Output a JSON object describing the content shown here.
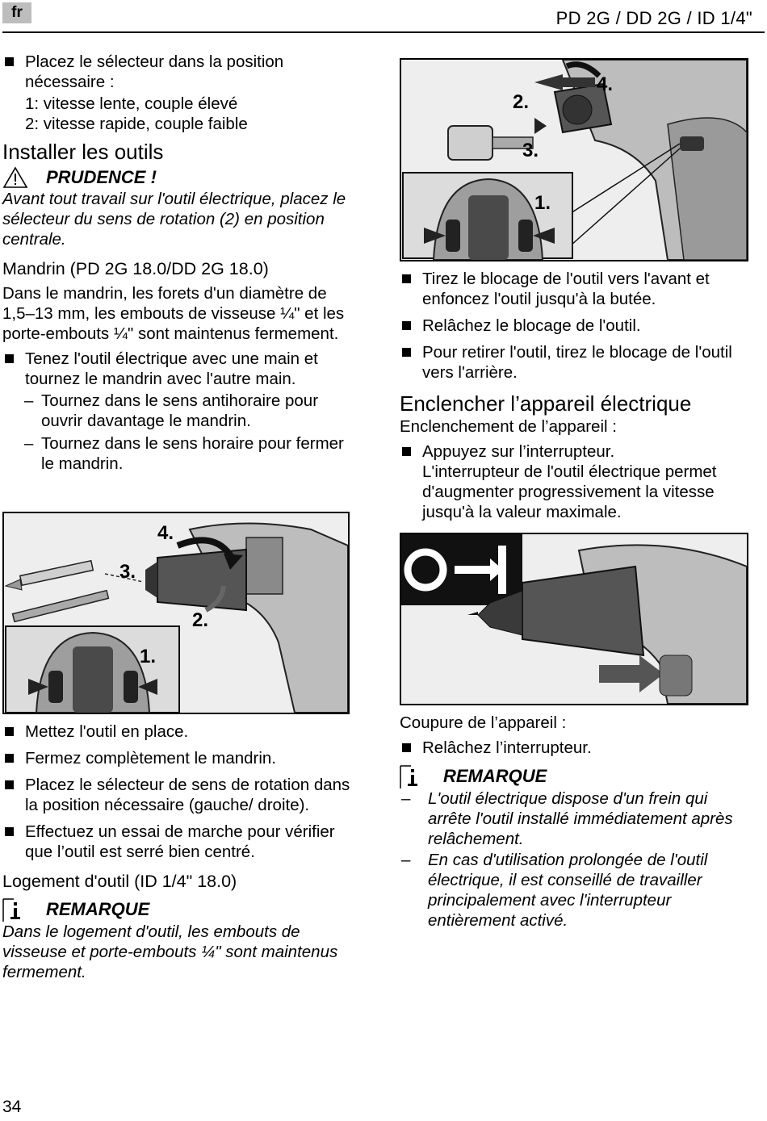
{
  "header": {
    "lang_badge": "fr",
    "model_title": "PD 2G / DD 2G / ID 1/4\""
  },
  "left_column": {
    "selector_bullet": "Placez le sélecteur dans la position nécessaire :",
    "speed_1": "1: vitesse lente, couple élevé",
    "speed_2": "2: vitesse rapide, couple faible",
    "install_heading": "Installer les outils",
    "caution_label": "PRUDENCE !",
    "caution_text": "Avant tout travail sur l'outil électrique, placez le sélecteur du sens de rotation (2) en position centrale.",
    "chuck_heading": "Mandrin (PD 2G 18.0/DD 2G 18.0)",
    "chuck_text": "Dans le mandrin, les forets d'un diamètre de 1,5–13 mm, les embouts de visseuse ¼\" et les porte-embouts ¼\" sont maintenus fermement.",
    "hold_bullet": "Tenez l'outil électrique avec une main et tournez le mandrin avec l'autre main.",
    "dash_mark": "–",
    "dash_open": "Tournez dans le sens antihoraire pour ouvrir davantage le mandrin.",
    "dash_close": "Tournez dans le sens horaire pour fermer le mandrin.",
    "bullet_insert": "Mettez l'outil en place.",
    "bullet_close": "Fermez complètement le mandrin.",
    "bullet_direction": "Placez le sélecteur de sens de rotation dans la position nécessaire (gauche/ droite).",
    "bullet_test": "Effectuez un essai de marche pour vérifier que l’outil est serré bien centré.",
    "holder_heading": "Logement d'outil (ID 1/4\" 18.0)",
    "note_label": "REMARQUE",
    "note_text": "Dans le logement d'outil, les embouts de visseuse et porte-embouts ¼\" sont maintenus fermement."
  },
  "figures": {
    "chuck_steps": [
      "4.",
      "3.",
      "2.",
      "1."
    ],
    "holder_steps": [
      "2.",
      "4.",
      "3.",
      "1."
    ]
  },
  "right_column": {
    "pull_bullet": "Tirez le blocage de l'outil vers l'avant et enfoncez l'outil jusqu'à la butée.",
    "release_bullet": "Relâchez le blocage de l'outil.",
    "remove_bullet": "Pour retirer l'outil, tirez le blocage de l'outil vers l'arrière.",
    "switch_heading": "Enclencher l’appareil électrique",
    "switch_on_label": "Enclenchement de l’appareil :",
    "press_bullet": "Appuyez sur l’interrupteur.",
    "press_text": "L'interrupteur de l'outil électrique permet d'augmenter progressivement la vitesse jusqu'à la valeur maximale.",
    "switch_off_label": "Coupure de l’appareil :",
    "release_switch_bullet": "Relâchez l’interrupteur.",
    "note_label": "REMARQUE",
    "dash_mark": "–",
    "note_brake": "L'outil électrique dispose d'un frein qui arrête l'outil installé immédiatement après relâchement.",
    "note_prolonged": "En cas d'utilisation prolongée de l'outil électrique, il est conseillé de travailler principalement avec l'interrupteur entièrement activé."
  },
  "footer": {
    "page_number": "34"
  }
}
